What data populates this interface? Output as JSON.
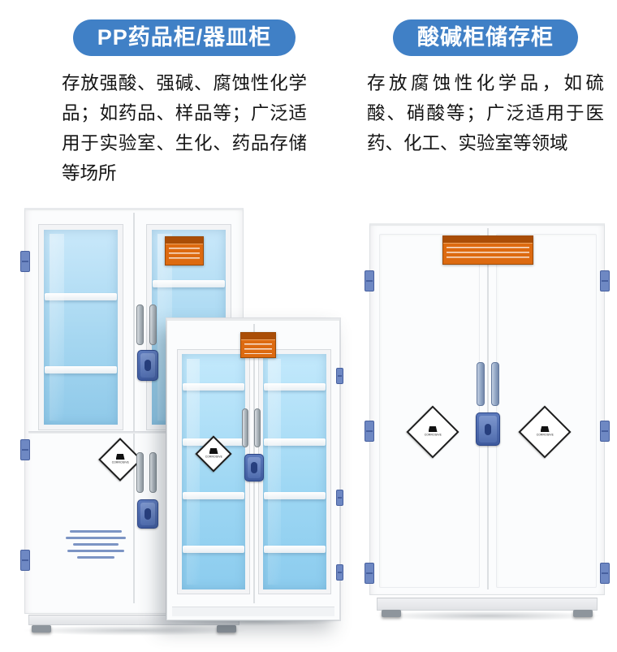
{
  "intro": {
    "left": {
      "badge": "PP药品柜/器皿柜",
      "description": "存放强酸、强碱、腐蚀性化学品；如药品、样品等；广泛适用于实验室、生化、药品存储等场所"
    },
    "right": {
      "badge": "酸碱柜储存柜",
      "description": "存放腐蚀性化学品，如硫酸、硝酸等；广泛适用于医药、化工、实验室等领域"
    }
  },
  "labels": {
    "corrosive": "CORROSIVE"
  },
  "colors": {
    "badge_blue": "#4080c6",
    "glass_blue": "#a6d7f1",
    "hinge_blue": "#6e88c3",
    "lock_blue": "#4d69ab",
    "handle_grey": "#a8b1b8",
    "hazard_orange": "#dd6a10",
    "cabinet_white": "#fbfcfd"
  }
}
